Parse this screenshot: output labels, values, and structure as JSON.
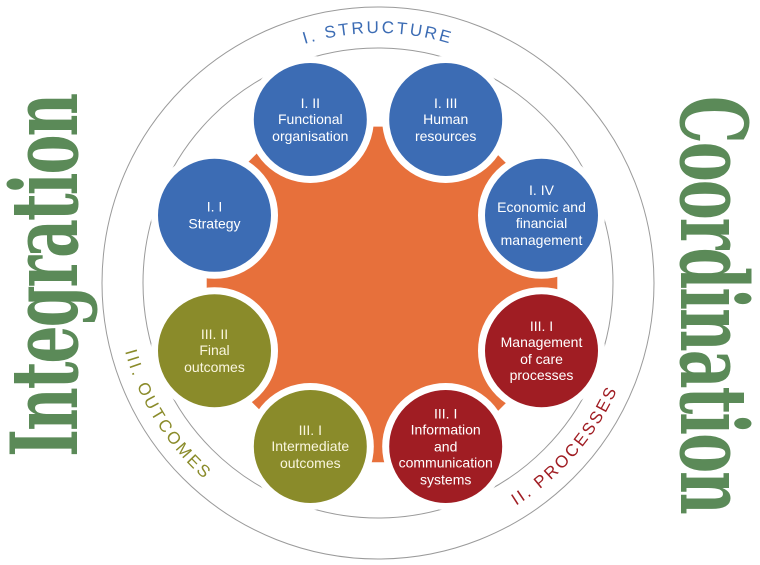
{
  "diagram": {
    "title_hint": "integration-coordination management model",
    "palette": {
      "center_orange": "#E7703B",
      "structure_blue": "#3C6CB4",
      "processes_red": "#A01D23",
      "outcomes_olive": "#8A8B2A",
      "side_green": "#5B8A58",
      "ring_gray": "#9A9A9A",
      "node_text": "#FFFFFF"
    },
    "side_labels": {
      "left": "Integration",
      "right": "Coordination"
    },
    "arc_labels": {
      "structure": "I. STRUCTURE",
      "processes": "II. PROCESSES",
      "outcomes": "III. OUTCOMES"
    },
    "nodes": [
      {
        "id": "strategy",
        "group": "structure",
        "lines": [
          "I. I",
          "Strategy"
        ]
      },
      {
        "id": "functional-organisation",
        "group": "structure",
        "lines": [
          "I. II",
          "Functional",
          "organisation"
        ]
      },
      {
        "id": "human-resources",
        "group": "structure",
        "lines": [
          "I. III",
          "Human",
          "resources"
        ]
      },
      {
        "id": "economic-financial-management",
        "group": "structure",
        "lines": [
          "I. IV",
          "Economic and",
          "financial",
          "management"
        ]
      },
      {
        "id": "management-of-care-processes",
        "group": "processes",
        "lines": [
          "III. I",
          "Management",
          "of care",
          "processes"
        ]
      },
      {
        "id": "information-communication-systems",
        "group": "processes",
        "lines": [
          "III. I",
          "Information",
          "and",
          "communication",
          "systems"
        ]
      },
      {
        "id": "intermediate-outcomes",
        "group": "outcomes",
        "lines": [
          "III. I",
          "Intermediate",
          "outcomes"
        ]
      },
      {
        "id": "final-outcomes",
        "group": "outcomes",
        "lines": [
          "III. II",
          "Final",
          "outcomes"
        ]
      }
    ]
  }
}
